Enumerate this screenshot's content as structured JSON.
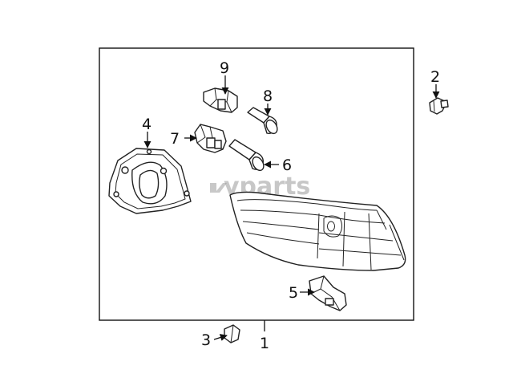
{
  "watermark": "vparts",
  "callouts": {
    "c1": "1",
    "c2": "2",
    "c3": "3",
    "c4": "4",
    "c5": "5",
    "c6": "6",
    "c7": "7",
    "c8": "8",
    "c9": "9"
  }
}
